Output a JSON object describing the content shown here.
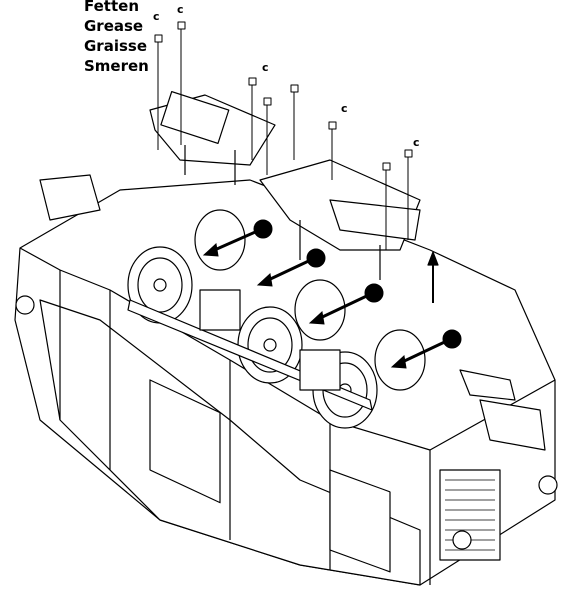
{
  "lubrication_labels": [
    "Fetten",
    "Grease",
    "Graisse",
    "Smeren"
  ],
  "screw_marker": "c",
  "colors": {
    "line": "#000000",
    "fill": "#ffffff",
    "marker": "#000000"
  }
}
